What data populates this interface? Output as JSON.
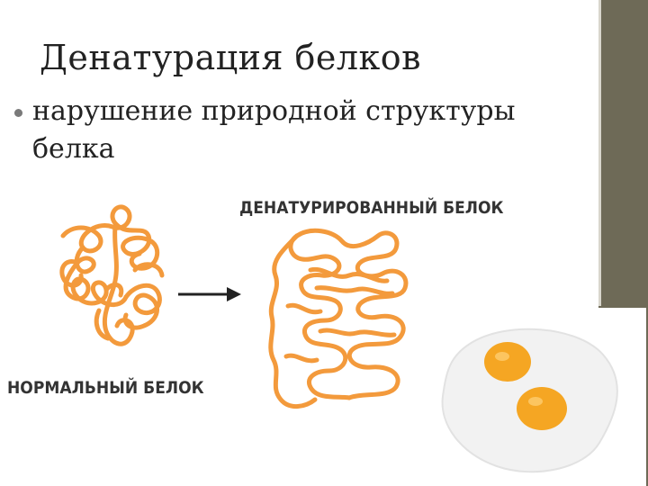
{
  "slide": {
    "title": "Денатурация белков",
    "bullet": "нарушение природной структуры белка"
  },
  "diagram": {
    "normal_label": "НОРМАЛЬНЫЙ БЕЛОК",
    "denatured_label": "ДЕНАТУРИРОВАННЫЙ БЕЛОК",
    "protein_color": "#f39a3c",
    "arrow_color": "#222222"
  },
  "photo": {
    "subject": "fried-eggs",
    "white_color": "#f2f2f2",
    "yolk_color": "#f5a623"
  },
  "colors": {
    "side_band": "#6e6a57",
    "text": "#222222"
  }
}
